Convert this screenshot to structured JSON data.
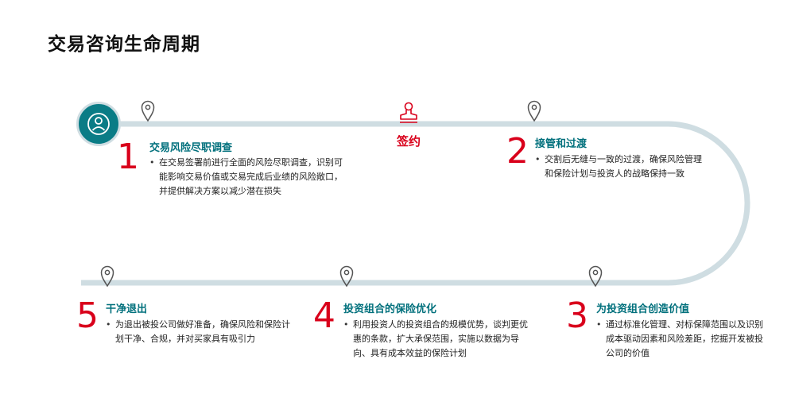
{
  "title": "交易咨询生命周期",
  "colors": {
    "track": "#cfdde2",
    "teal": "#0a7c86",
    "red": "#d9001b",
    "pin": "#555555"
  },
  "start_icon": "user-icon",
  "sign": {
    "label": "签约",
    "icon": "stamp-icon"
  },
  "stages": [
    {
      "number": "1",
      "title": "交易风险尽职调查",
      "body": "在交易签署前进行全面的风险尽职调查，识别可能影响交易价值或交易完成后业绩的风险敞口，并提供解决方案以减少潜在损失"
    },
    {
      "number": "2",
      "title": "接管和过渡",
      "body": "交割后无缝与一致的过渡，确保风险管理和保险计划与投资人的战略保持一致"
    },
    {
      "number": "3",
      "title": "为投资组合创造价值",
      "body": "通过标准化管理、对标保障范围以及识别成本驱动因素和风险差距，挖掘开发被投公司的价值"
    },
    {
      "number": "4",
      "title": "投资组合的保险优化",
      "body": "利用投资人的投资组合的规模优势，谈判更优惠的条款，扩大承保范围，实施以数据为导向、具有成本效益的保险计划"
    },
    {
      "number": "5",
      "title": "干净退出",
      "body": "为退出被投公司做好准备，确保风险和保险计划干净、合规，并对买家具有吸引力"
    }
  ]
}
